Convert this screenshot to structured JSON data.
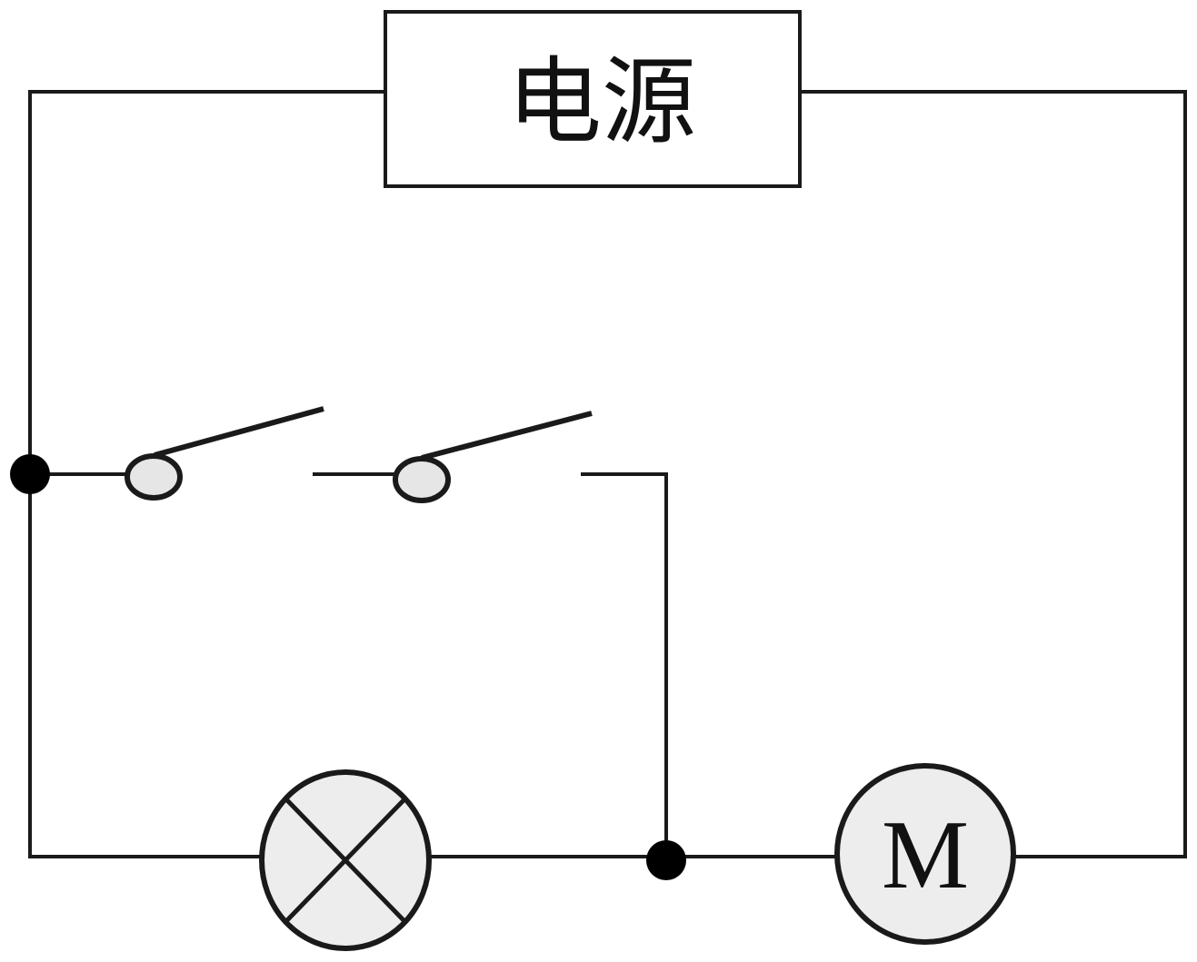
{
  "power_supply": {
    "label": "电源"
  },
  "motor": {
    "label": "M"
  },
  "components": {
    "switches": 2,
    "lamps": 1,
    "motors": 1,
    "junction_nodes": 2
  }
}
